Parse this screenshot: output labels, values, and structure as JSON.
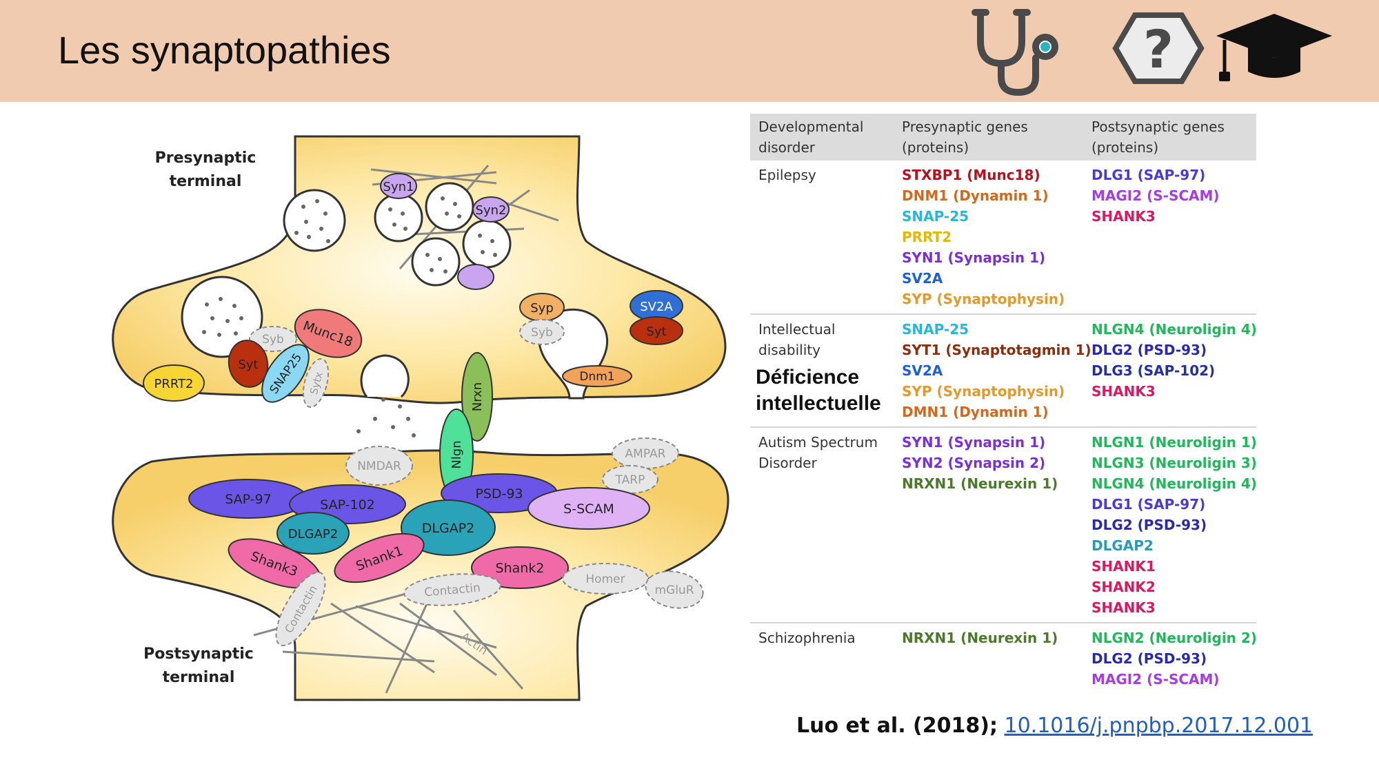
{
  "header": {
    "title": "Les synaptopathies",
    "background": "#f0cbb0",
    "icons": [
      "stethoscope-icon",
      "question-hexagon-icon",
      "graduation-cap-icon"
    ]
  },
  "diagram": {
    "presynaptic_label_1": "Presynaptic",
    "presynaptic_label_2": "terminal",
    "postsynaptic_label_1": "Postsynaptic",
    "postsynaptic_label_2": "terminal",
    "proteins": {
      "syn1": "Syn1",
      "syn2": "Syn2",
      "munc18": "Munc18",
      "syb": "Syb",
      "syt": "Syt",
      "snap25": "SNAP25",
      "sytx": "Sytx",
      "prrt2": "PRRT2",
      "syp": "Syp",
      "sv2a": "SV2A",
      "dnm1": "Dnm1",
      "nrxn": "Nrxn",
      "nlgn": "Nlgn",
      "nmdar": "NMDAR",
      "ampar": "AMPAR",
      "tarp": "TARP",
      "sap97": "SAP-97",
      "sap102": "SAP-102",
      "psd93": "PSD-93",
      "sscam": "S-SCAM",
      "dlgap2_a": "DLGAP2",
      "dlgap2_b": "DLGAP2",
      "shank3": "Shank3",
      "shank1": "Shank1",
      "shank2": "Shank2",
      "homer": "Homer",
      "mglur": "mGluR",
      "contactin_a": "Contactin",
      "contactin_b": "Contactin",
      "actin": "Actin"
    }
  },
  "table": {
    "headers": [
      [
        "Developmental",
        "disorder"
      ],
      [
        "Presynaptic genes",
        "(proteins)"
      ],
      [
        "Postsynaptic genes",
        "(proteins)"
      ]
    ],
    "rows": [
      {
        "disorder": [
          "Epilepsy"
        ],
        "overlay": [],
        "pre": [
          {
            "text": "STXBP1 (Munc18)",
            "color": "#b5121b"
          },
          {
            "text": "DNM1 (Dynamin 1)",
            "color": "#d2691e"
          },
          {
            "text": "SNAP-25",
            "color": "#29b6d9"
          },
          {
            "text": "PRRT2",
            "color": "#e5b800"
          },
          {
            "text": "SYN1 (Synapsin 1)",
            "color": "#7b2fd6"
          },
          {
            "text": "SV2A",
            "color": "#1f5fd6"
          },
          {
            "text": "SYP (Synaptophysin)",
            "color": "#e39a2d"
          }
        ],
        "post": [
          {
            "text": "DLG1 (SAP-97)",
            "color": "#4b3bd1"
          },
          {
            "text": "MAGI2 (S-SCAM)",
            "color": "#a53de0"
          },
          {
            "text": "SHANK3",
            "color": "#d81b60"
          }
        ]
      },
      {
        "disorder": [
          "Intellectual",
          "disability"
        ],
        "overlay": [
          "Déficience",
          "intellectuelle"
        ],
        "pre": [
          {
            "text": "SNAP-25",
            "color": "#29b6d9"
          },
          {
            "text": "SYT1 (Synaptotagmin 1)",
            "color": "#8b2e10"
          },
          {
            "text": "SV2A",
            "color": "#1f5fd6"
          },
          {
            "text": "SYP (Synaptophysin)",
            "color": "#e39a2d"
          },
          {
            "text": "DMN1 (Dynamin 1)",
            "color": "#d2691e"
          }
        ],
        "post": [
          {
            "text": "NLGN4 (Neuroligin 4)",
            "color": "#20b858"
          },
          {
            "text": "DLG2 (PSD-93)",
            "color": "#2a2aa8"
          },
          {
            "text": "DLG3 (SAP-102)",
            "color": "#24309e"
          },
          {
            "text": "SHANK3",
            "color": "#d81b60"
          }
        ]
      },
      {
        "disorder": [
          "Autism Spectrum",
          "Disorder"
        ],
        "overlay": [],
        "pre": [
          {
            "text": "SYN1 (Synapsin 1)",
            "color": "#7b2fd6"
          },
          {
            "text": "SYN2 (Synapsin 2)",
            "color": "#7b2fd6"
          },
          {
            "text": "NRXN1 (Neurexin 1)",
            "color": "#4a7a2a"
          }
        ],
        "post": [
          {
            "text": "NLGN1 (Neuroligin 1)",
            "color": "#20b858"
          },
          {
            "text": "NLGN3 (Neuroligin 3)",
            "color": "#20b858"
          },
          {
            "text": "NLGN4 (Neuroligin 4)",
            "color": "#20b858"
          },
          {
            "text": "DLG1 (SAP-97)",
            "color": "#4b3bd1"
          },
          {
            "text": "DLG2 (PSD-93)",
            "color": "#2a2aa8"
          },
          {
            "text": "DLGAP2",
            "color": "#2a9bb5"
          },
          {
            "text": "SHANK1",
            "color": "#d81b60"
          },
          {
            "text": "SHANK2",
            "color": "#d81b60"
          },
          {
            "text": "SHANK3",
            "color": "#d81b60"
          }
        ]
      },
      {
        "disorder": [
          "Schizophrenia"
        ],
        "overlay": [],
        "pre": [
          {
            "text": "NRXN1 (Neurexin 1)",
            "color": "#4a7a2a"
          }
        ],
        "post": [
          {
            "text": "NLGN2 (Neuroligin 2)",
            "color": "#20b858"
          },
          {
            "text": "DLG2 (PSD-93)",
            "color": "#2a2aa8"
          },
          {
            "text": "MAGI2 (S-SCAM)",
            "color": "#a53de0"
          }
        ]
      }
    ]
  },
  "citation": {
    "authors": "Luo et al. (2018);",
    "doi": "10.1016/j.pnpbp.2017.12.001"
  }
}
